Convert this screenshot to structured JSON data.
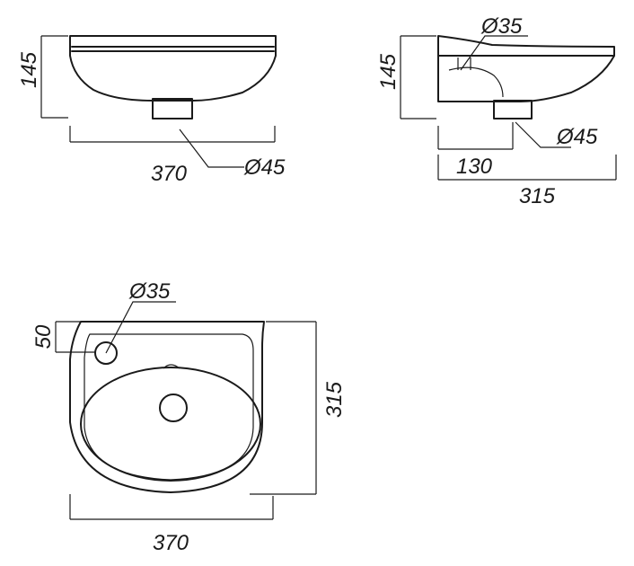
{
  "front_view": {
    "height": "145",
    "width": "370",
    "drain": "Ø45"
  },
  "side_view": {
    "height": "145",
    "tap_hole": "Ø35",
    "drain": "Ø45",
    "drain_offset": "130",
    "depth": "315"
  },
  "top_view": {
    "tap_hole": "Ø35",
    "tap_offset": "50",
    "depth": "315",
    "width": "370"
  }
}
